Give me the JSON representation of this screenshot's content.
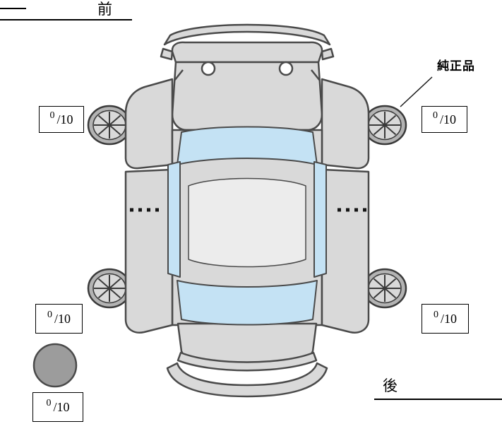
{
  "labels": {
    "front": "前",
    "rear": "後",
    "genuine_part": "純正品"
  },
  "tire_scores": {
    "front_left": {
      "value": "0",
      "scale": "/10"
    },
    "front_right": {
      "value": "0",
      "scale": "/10"
    },
    "rear_left": {
      "value": "0",
      "scale": "/10"
    },
    "rear_right": {
      "value": "0",
      "scale": "/10"
    },
    "spare": {
      "value": "0",
      "scale": "/10"
    }
  },
  "colors": {
    "car_body": "#d9d9d9",
    "glass": "#c4e2f4",
    "outline": "#4a4a4a",
    "spare_tire_fill": "#9c9c9c"
  }
}
